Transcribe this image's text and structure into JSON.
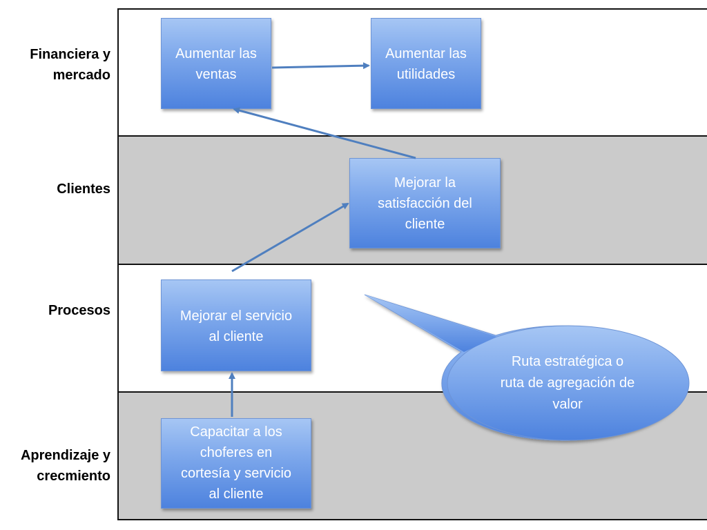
{
  "rows": [
    {
      "id": "financiera",
      "label_lines": [
        "Financiera y",
        "mercado"
      ]
    },
    {
      "id": "clientes",
      "label_lines": [
        "Clientes"
      ]
    },
    {
      "id": "procesos",
      "label_lines": [
        "Procesos"
      ]
    },
    {
      "id": "aprendizaje",
      "label_lines": [
        "Aprendizaje y",
        "crecmiento"
      ]
    }
  ],
  "boxes": {
    "aumentar_ventas": {
      "lines": [
        "Aumentar las",
        "ventas"
      ]
    },
    "aumentar_utilidades": {
      "lines": [
        "Aumentar las",
        "utilidades"
      ]
    },
    "mejorar_satisfaccion": {
      "lines": [
        "Mejorar la",
        "satisfacción del",
        "cliente"
      ]
    },
    "mejorar_servicio": {
      "lines": [
        "Mejorar el servicio",
        "al cliente"
      ]
    },
    "capacitar": {
      "lines": [
        "Capacitar a los",
        "choferes en",
        "cortesía y servicio",
        "al cliente"
      ]
    }
  },
  "callout": {
    "lines": [
      "Ruta estratégica o",
      "ruta de agregación de",
      "valor"
    ]
  },
  "colors": {
    "band_gray": "#cbcbcb",
    "box_top": "#a6c6f4",
    "box_bottom": "#4d82de",
    "arrow": "#4f7fbf"
  },
  "connections": [
    {
      "from": "aumentar_ventas",
      "to": "aumentar_utilidades"
    },
    {
      "from": "mejorar_satisfaccion",
      "to": "aumentar_ventas"
    },
    {
      "from": "mejorar_servicio",
      "to": "mejorar_satisfaccion"
    },
    {
      "from": "capacitar",
      "to": "mejorar_servicio"
    }
  ]
}
